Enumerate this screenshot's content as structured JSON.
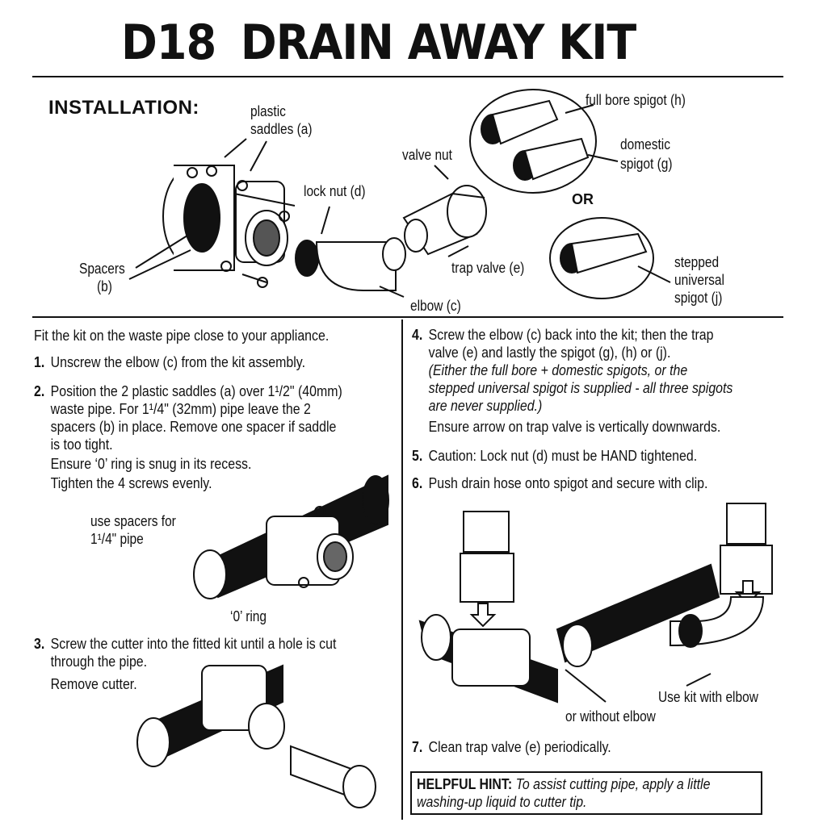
{
  "header": {
    "code": "D18",
    "title": "DRAIN AWAY KIT"
  },
  "installation": {
    "heading": "INSTALLATION:",
    "labels": {
      "saddles": [
        "plastic",
        "saddles (a)"
      ],
      "spacers": [
        "Spacers",
        "(b)"
      ],
      "lock_nut": "lock nut (d)",
      "valve_nut": "valve nut",
      "trap_valve": "trap valve (e)",
      "elbow": "elbow (c)",
      "full_bore": "full bore spigot (h)",
      "domestic": [
        "domestic",
        "spigot (g)"
      ],
      "or": "OR",
      "stepped": [
        "stepped",
        "universal",
        "spigot (j)"
      ]
    }
  },
  "instructions": {
    "intro": "Fit the kit on the waste pipe close to your appliance.",
    "step1_num": "1.",
    "step1": "Unscrew the elbow (c) from the kit assembly.",
    "step2_num": "2.",
    "step2_a": "Position the 2 plastic saddles (a) over 1¹/2\" (40mm)",
    "step2_b": "waste pipe.  For 1¹/4\" (32mm) pipe leave the 2",
    "step2_c": "spacers (b) in place. Remove one spacer if saddle",
    "step2_d": "is too tight.",
    "step2_e": "Ensure ‘0’ ring is snug in its recess.",
    "step2_f": "Tighten the 4 screws evenly.",
    "use_spacers": [
      "use spacers for",
      "1¹/4\" pipe"
    ],
    "o_ring": "‘0’ ring",
    "step3_num": "3.",
    "step3_a": "Screw the cutter into the fitted kit until a hole is cut",
    "step3_b": "through the pipe.",
    "step3_c": "Remove cutter.",
    "step4_num": "4.",
    "step4_a": "Screw the elbow (c) back into the kit; then the trap",
    "step4_b": "valve (e) and lastly the spigot (g), (h) or (j).",
    "step4_i1": "(Either the full bore + domestic spigots, or the",
    "step4_i2": "stepped universal spigot is supplied - all three spigots",
    "step4_i3": "are never supplied.)",
    "step4_c": "Ensure arrow on trap valve is vertically downwards.",
    "step5_num": "5.",
    "step5": "Caution: Lock nut (d) must be HAND tightened.",
    "step6_num": "6.",
    "step6": "Push drain hose onto spigot and secure with clip.",
    "use_kit_elbow": "Use kit with elbow",
    "without_elbow": "or without elbow",
    "step7_num": "7.",
    "step7": "Clean trap valve (e) periodically.",
    "hint_label": "HELPFUL HINT:",
    "hint_text_1": "To assist cutting pipe, apply a little",
    "hint_text_2": "washing-up liquid to cutter tip."
  }
}
